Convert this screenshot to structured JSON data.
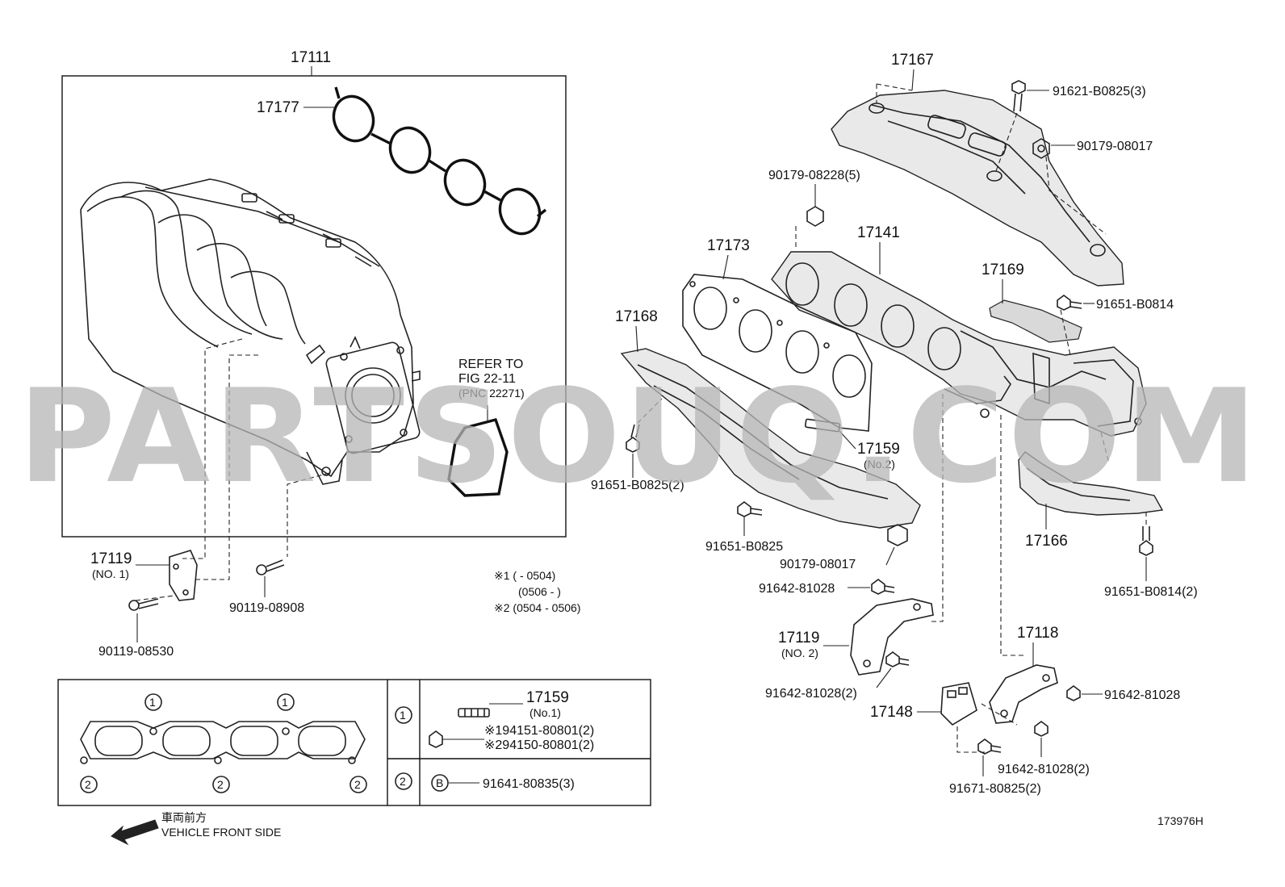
{
  "watermark": "PARTSOUQ.COM",
  "figure_code": "173976H",
  "vehicle_front": {
    "jp": "車両前方",
    "en": "VEHICLE FRONT SIDE"
  },
  "refer": {
    "line1": "REFER TO",
    "line2": "FIG 22-11",
    "line3": "(PNC 22271)"
  },
  "notes": {
    "n1a": "※1 (          - 0504)",
    "n1b": "(0506 -          )",
    "n2": "※2 (0504 - 0506)"
  },
  "labels": {
    "p17111": "17111",
    "p17177": "17177",
    "p17119_1": "17119",
    "p17119_1_sub": "(NO. 1)",
    "p90119_08530": "90119-08530",
    "p90119_08908": "90119-08908",
    "p17167": "17167",
    "p91621_b0825": "91621-B0825(3)",
    "p90179_08017a": "90179-08017",
    "p90179_08228": "90179-08228(5)",
    "p17141": "17141",
    "p17173": "17173",
    "p17169": "17169",
    "p91651_b0814": "91651-B0814",
    "p17168": "17168",
    "p17159_2": "17159",
    "p17159_2_sub": "(No.2)",
    "p91651_b0825_2": "91651-B0825(2)",
    "p91651_b0825": "91651-B0825",
    "p90179_08017b": "90179-08017",
    "p17166": "17166",
    "p91651_b0814_2": "91651-B0814(2)",
    "p91642_81028a": "91642-81028",
    "p17119_2": "17119",
    "p17119_2_sub": "(NO. 2)",
    "p91642_81028_2a": "91642-81028(2)",
    "p17118": "17118",
    "p91642_81028b": "91642-81028",
    "p17148": "17148",
    "p91642_81028_2b": "91642-81028(2)",
    "p91671_80825": "91671-80825(2)"
  },
  "table": {
    "row1_marker": "1",
    "row2_marker": "2",
    "p17159_1": "17159",
    "p17159_1_sub": "(No.1)",
    "p94151": "※194151-80801(2)",
    "p94150": "※294150-80801(2)",
    "bolt_marker": "B",
    "p91641": "91641-80835(3)"
  }
}
